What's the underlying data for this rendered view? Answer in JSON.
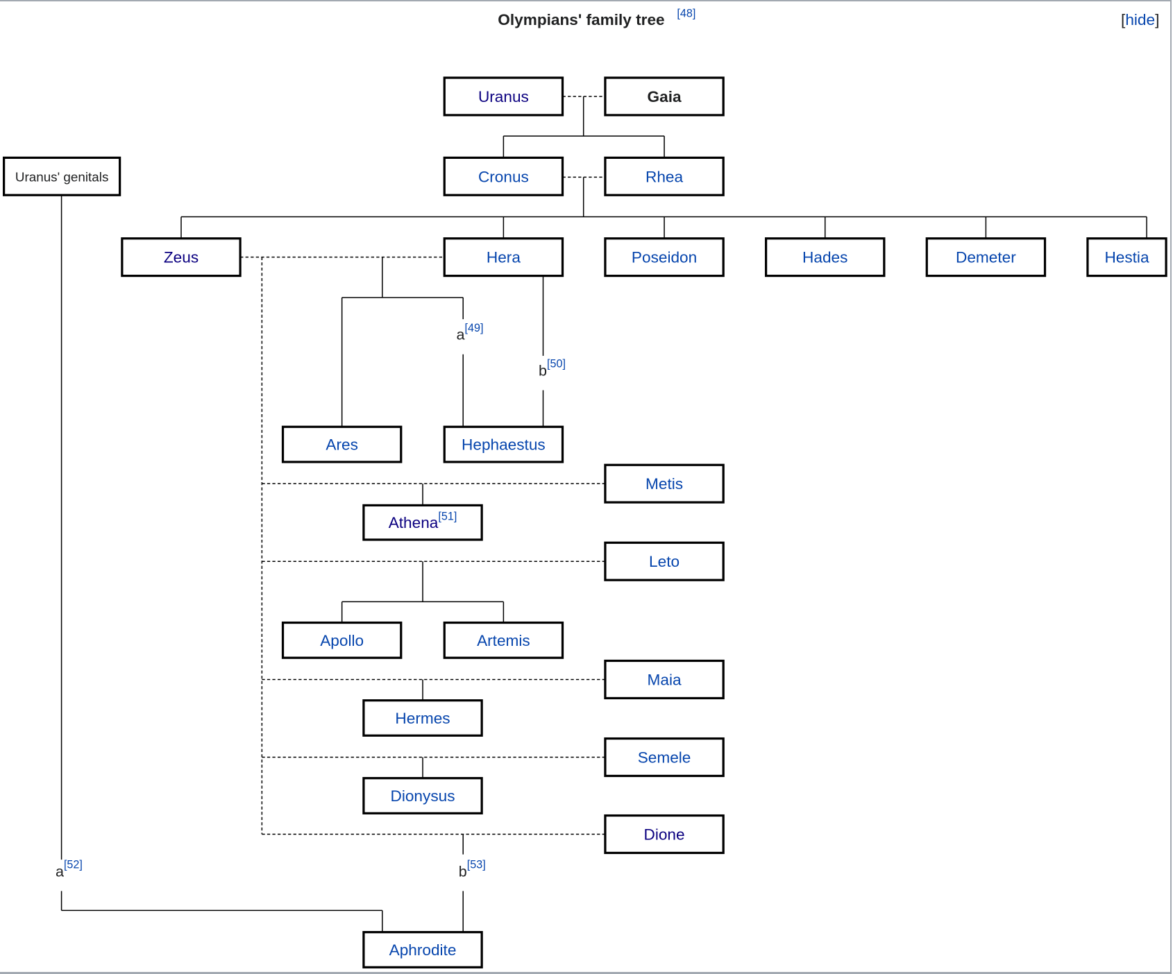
{
  "header": {
    "title": "Olympians' family tree",
    "title_ref": "[48]",
    "hide_open": "[",
    "hide_label": "hide",
    "hide_close": "]"
  },
  "colors": {
    "link": "#0645ad",
    "visited_link": "#0b0080",
    "text": "#202122",
    "border": "#a2a9b1"
  },
  "nodes": [
    {
      "label": "Uranus",
      "style": "visited"
    },
    {
      "label": "Gaia",
      "style": "bold"
    },
    {
      "label": "Uranus' genitals",
      "style": "plain"
    },
    {
      "label": "Cronus",
      "style": "link"
    },
    {
      "label": "Rhea",
      "style": "link"
    },
    {
      "label": "Zeus",
      "style": "visited"
    },
    {
      "label": "Hera",
      "style": "link"
    },
    {
      "label": "Poseidon",
      "style": "link"
    },
    {
      "label": "Hades",
      "style": "link"
    },
    {
      "label": "Demeter",
      "style": "link"
    },
    {
      "label": "Hestia",
      "style": "link"
    },
    {
      "label": "Ares",
      "style": "link"
    },
    {
      "label": "Hephaestus",
      "style": "link"
    },
    {
      "label": "Metis",
      "style": "link"
    },
    {
      "label": "Athena",
      "style": "visited",
      "ref": "[51]"
    },
    {
      "label": "Leto",
      "style": "link"
    },
    {
      "label": "Apollo",
      "style": "link"
    },
    {
      "label": "Artemis",
      "style": "link"
    },
    {
      "label": "Maia",
      "style": "link"
    },
    {
      "label": "Hermes",
      "style": "link"
    },
    {
      "label": "Semele",
      "style": "link"
    },
    {
      "label": "Dionysus",
      "style": "link"
    },
    {
      "label": "Dione",
      "style": "visited"
    },
    {
      "label": "Aphrodite",
      "style": "link"
    }
  ],
  "notes": [
    {
      "mark": "a",
      "ref": "[49]"
    },
    {
      "mark": "b",
      "ref": "[50]"
    },
    {
      "mark": "a",
      "ref": "[52]"
    },
    {
      "mark": "b",
      "ref": "[53]"
    }
  ]
}
